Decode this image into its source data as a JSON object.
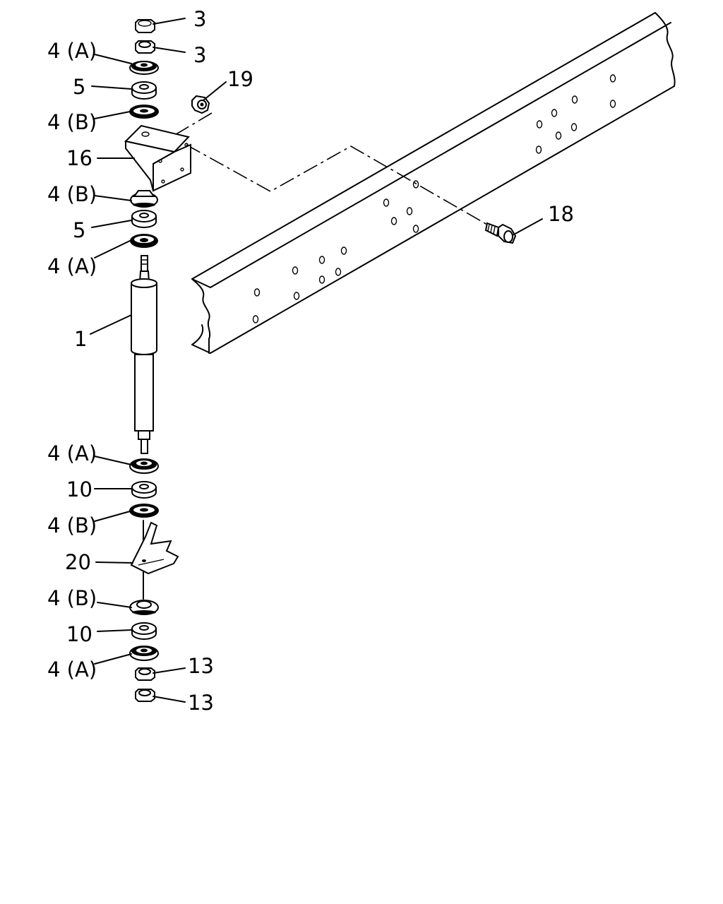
{
  "callouts": [
    {
      "id": "c-3a",
      "text": "3"
    },
    {
      "id": "c-3b",
      "text": "3"
    },
    {
      "id": "c-4a1",
      "text": "4 (A)"
    },
    {
      "id": "c-5a",
      "text": "5"
    },
    {
      "id": "c-4b1",
      "text": "4 (B)"
    },
    {
      "id": "c-19",
      "text": "19"
    },
    {
      "id": "c-16",
      "text": "16"
    },
    {
      "id": "c-4b2",
      "text": "4 (B)"
    },
    {
      "id": "c-5b",
      "text": "5"
    },
    {
      "id": "c-4a2",
      "text": "4 (A)"
    },
    {
      "id": "c-18",
      "text": "18"
    },
    {
      "id": "c-1",
      "text": "1"
    },
    {
      "id": "c-4a3",
      "text": "4 (A)"
    },
    {
      "id": "c-10a",
      "text": "10"
    },
    {
      "id": "c-4b3",
      "text": "4 (B)"
    },
    {
      "id": "c-20",
      "text": "20"
    },
    {
      "id": "c-4b4",
      "text": "4 (B)"
    },
    {
      "id": "c-10b",
      "text": "10"
    },
    {
      "id": "c-4a4",
      "text": "4 (A)"
    },
    {
      "id": "c-13a",
      "text": "13"
    },
    {
      "id": "c-13b",
      "text": "13"
    }
  ]
}
